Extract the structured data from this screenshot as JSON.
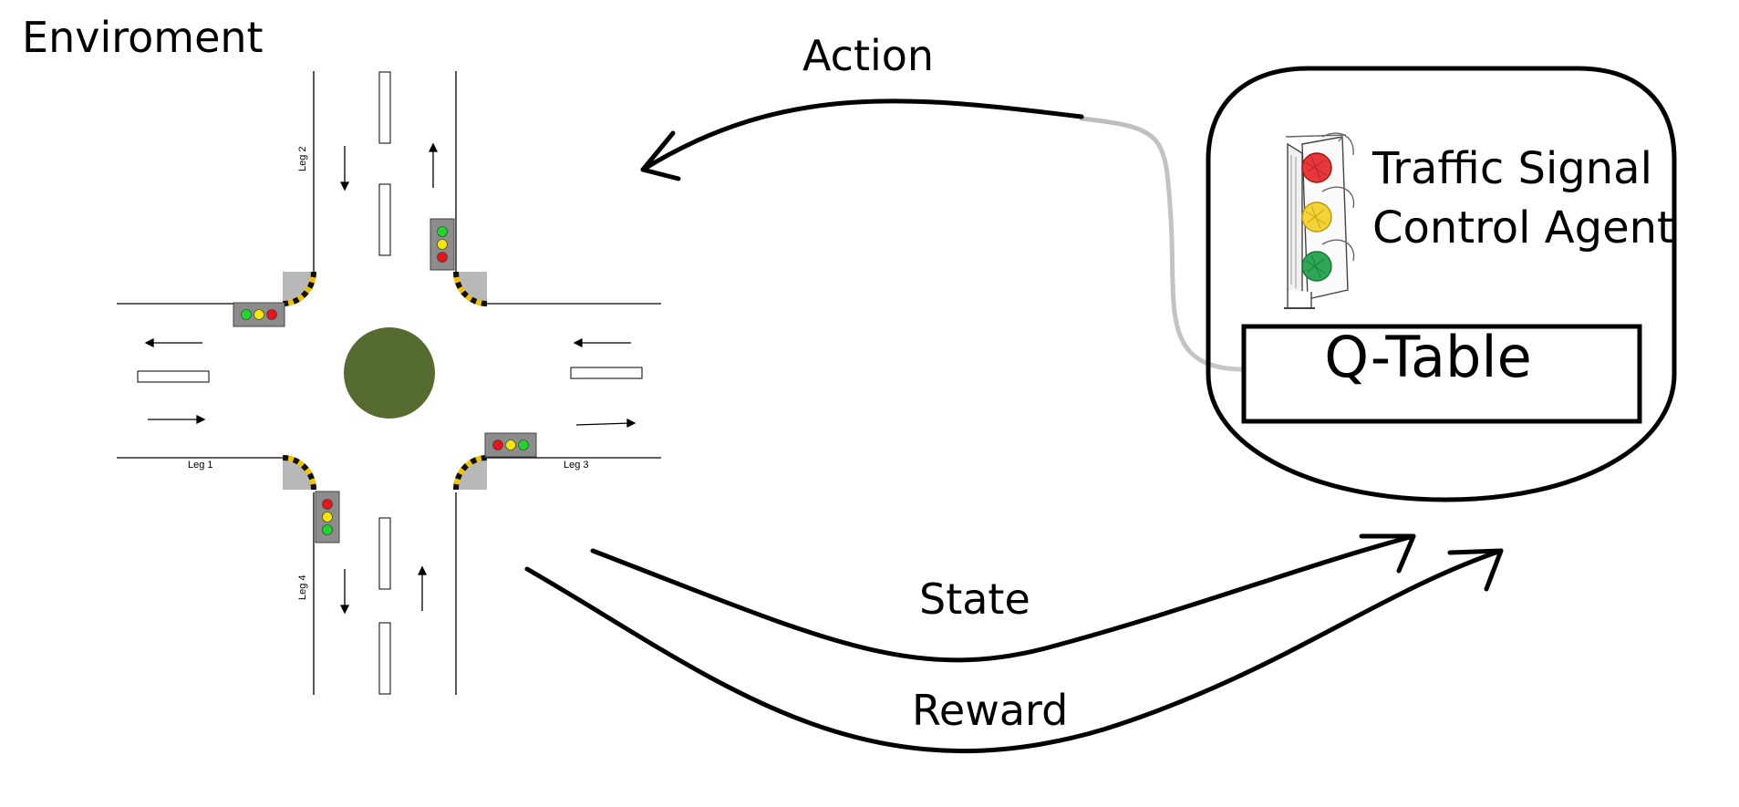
{
  "environment": {
    "title": "Enviroment",
    "legs": [
      "Leg 1",
      "Leg 2",
      "Leg 3",
      "Leg 4"
    ],
    "island_color": "#556b2f",
    "curb_color": "#f2c200"
  },
  "agent": {
    "title_line1": "Traffic Signal",
    "title_line2": "Control Agent",
    "qtable_label": "Q-Table"
  },
  "arrows": {
    "action": "Action",
    "state": "State",
    "reward": "Reward"
  },
  "signal_colors": {
    "red": "#e8141c",
    "yellow": "#f5e600",
    "green": "#1fd62a"
  }
}
